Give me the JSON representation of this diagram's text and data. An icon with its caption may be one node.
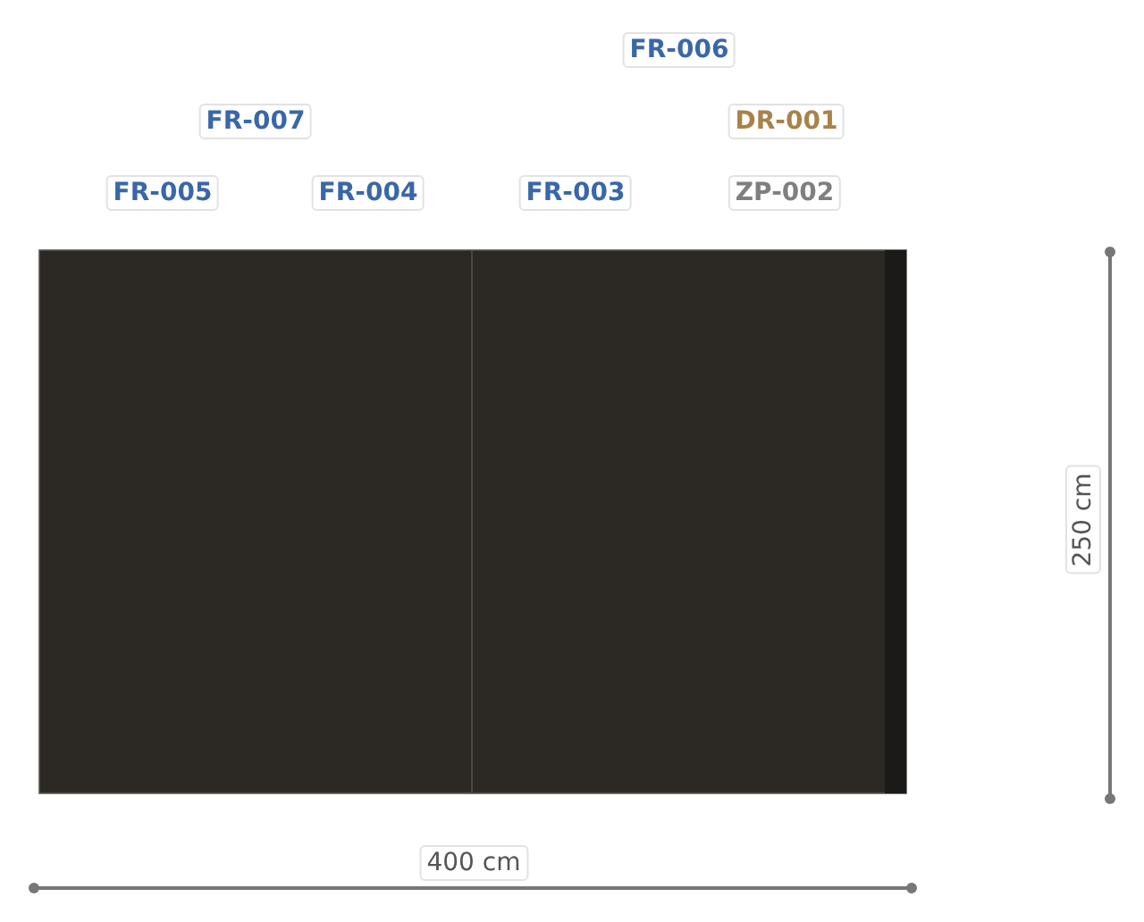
{
  "diagram": {
    "labels": [
      "FR-006",
      "FR-007",
      "DR-001",
      "FR-005",
      "FR-004",
      "FR-003",
      "ZP-002",
      "250 cm",
      "400 cm"
    ]
  }
}
